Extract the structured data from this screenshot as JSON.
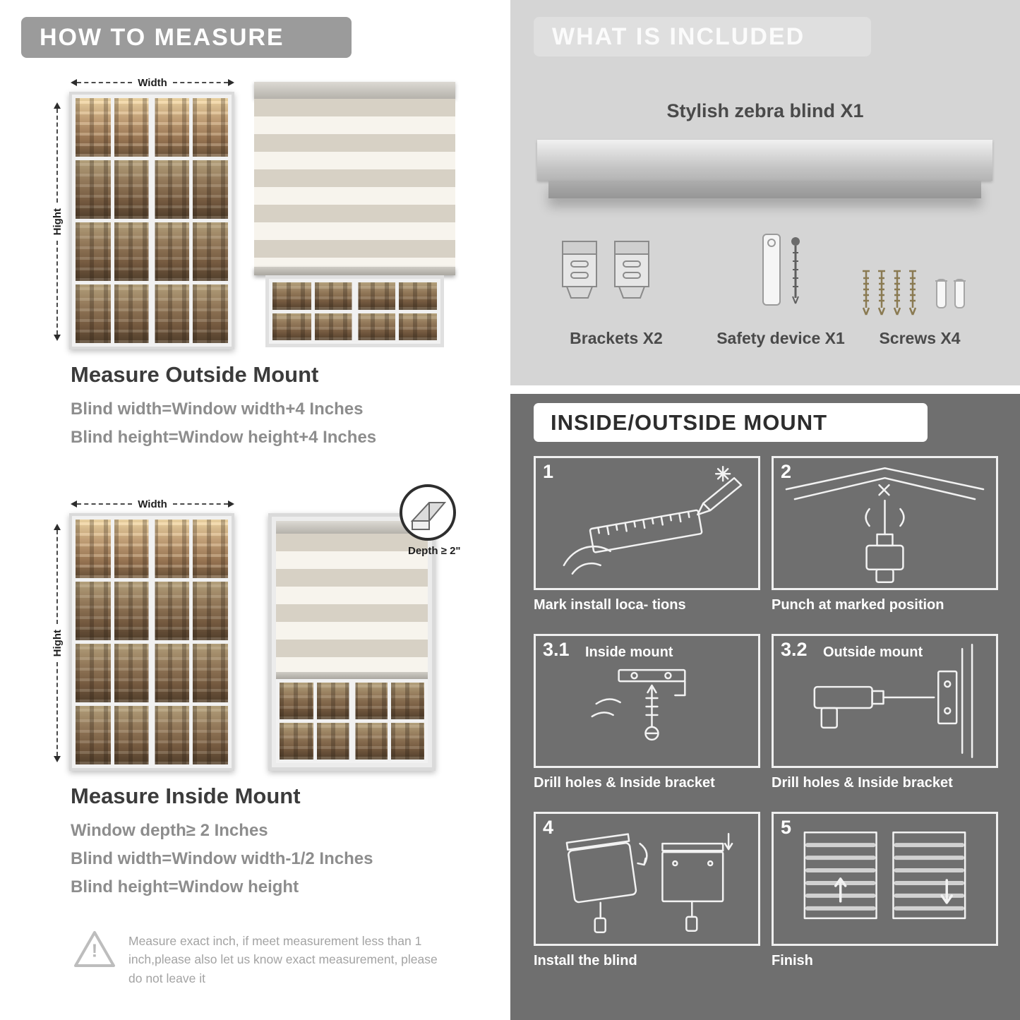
{
  "left": {
    "header": "HOW TO MEASURE",
    "measure": {
      "width": "Width",
      "height": "Hight"
    },
    "outside": {
      "title": "Measure Outside Mount",
      "line1": "Blind width=Window width+4 Inches",
      "line2": "Blind height=Window height+4 Inches"
    },
    "inside": {
      "title": "Measure Inside Mount",
      "depth_callout": "Depth ≥ 2\"",
      "line1": "Window depth≥ 2 Inches",
      "line2": "Blind width=Window width-1/2 Inches",
      "line3": "Blind height=Window height"
    },
    "warning_mark": "!",
    "warning": "Measure exact inch, if meet measurement less than 1 inch,please also let us know exact measurement, please do not leave it"
  },
  "right": {
    "included": {
      "header": "WHAT IS INCLUDED",
      "product": "Stylish zebra blind X1",
      "items": [
        {
          "label": "Brackets X2"
        },
        {
          "label": "Safety device X1"
        },
        {
          "label": "Screws X4"
        }
      ]
    },
    "mount": {
      "header": "INSIDE/OUTSIDE MOUNT",
      "steps": [
        {
          "num": "1",
          "caption": "Mark install loca- tions"
        },
        {
          "num": "2",
          "caption": "Punch at  marked position"
        },
        {
          "num": "3.1",
          "label": "Inside mount",
          "caption": "Drill holes &  Inside bracket"
        },
        {
          "num": "3.2",
          "label": "Outside mount",
          "caption": "Drill holes &  Inside bracket"
        },
        {
          "num": "4",
          "caption": "Install the blind"
        },
        {
          "num": "5",
          "caption": "Finish"
        }
      ]
    }
  },
  "colors": {
    "left_header_bar": "#9b9b9b",
    "included_background": "#d5d5d5",
    "mount_background": "#6f6f6f",
    "heading_text": "#3b3b3b",
    "body_text": "#8d8d8d"
  }
}
